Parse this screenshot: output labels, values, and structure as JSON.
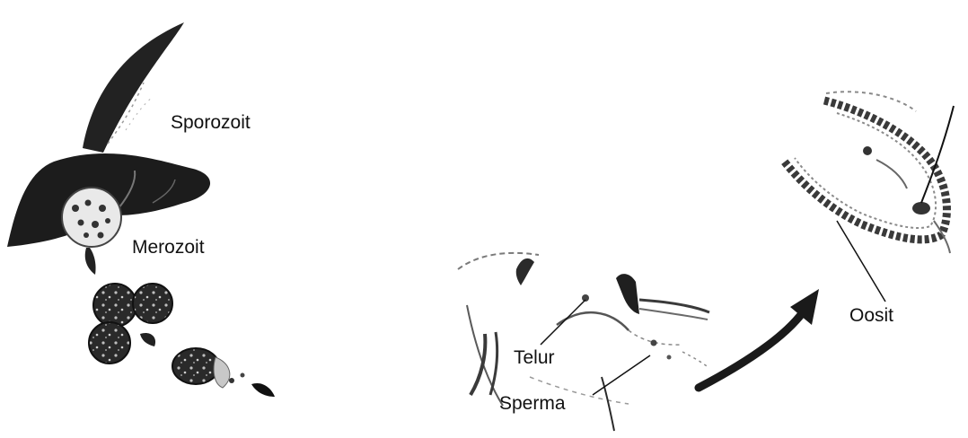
{
  "labels": {
    "sporozoit": "Sporozoit",
    "merozoit": "Merozoit",
    "telur": "Telur",
    "sperma": "Sperma",
    "oosit": "Oosit"
  },
  "colors": {
    "ink": "#111111",
    "organ": "#1c1c1c",
    "sketch": "#6a6a6a",
    "paper": "#ffffff"
  }
}
